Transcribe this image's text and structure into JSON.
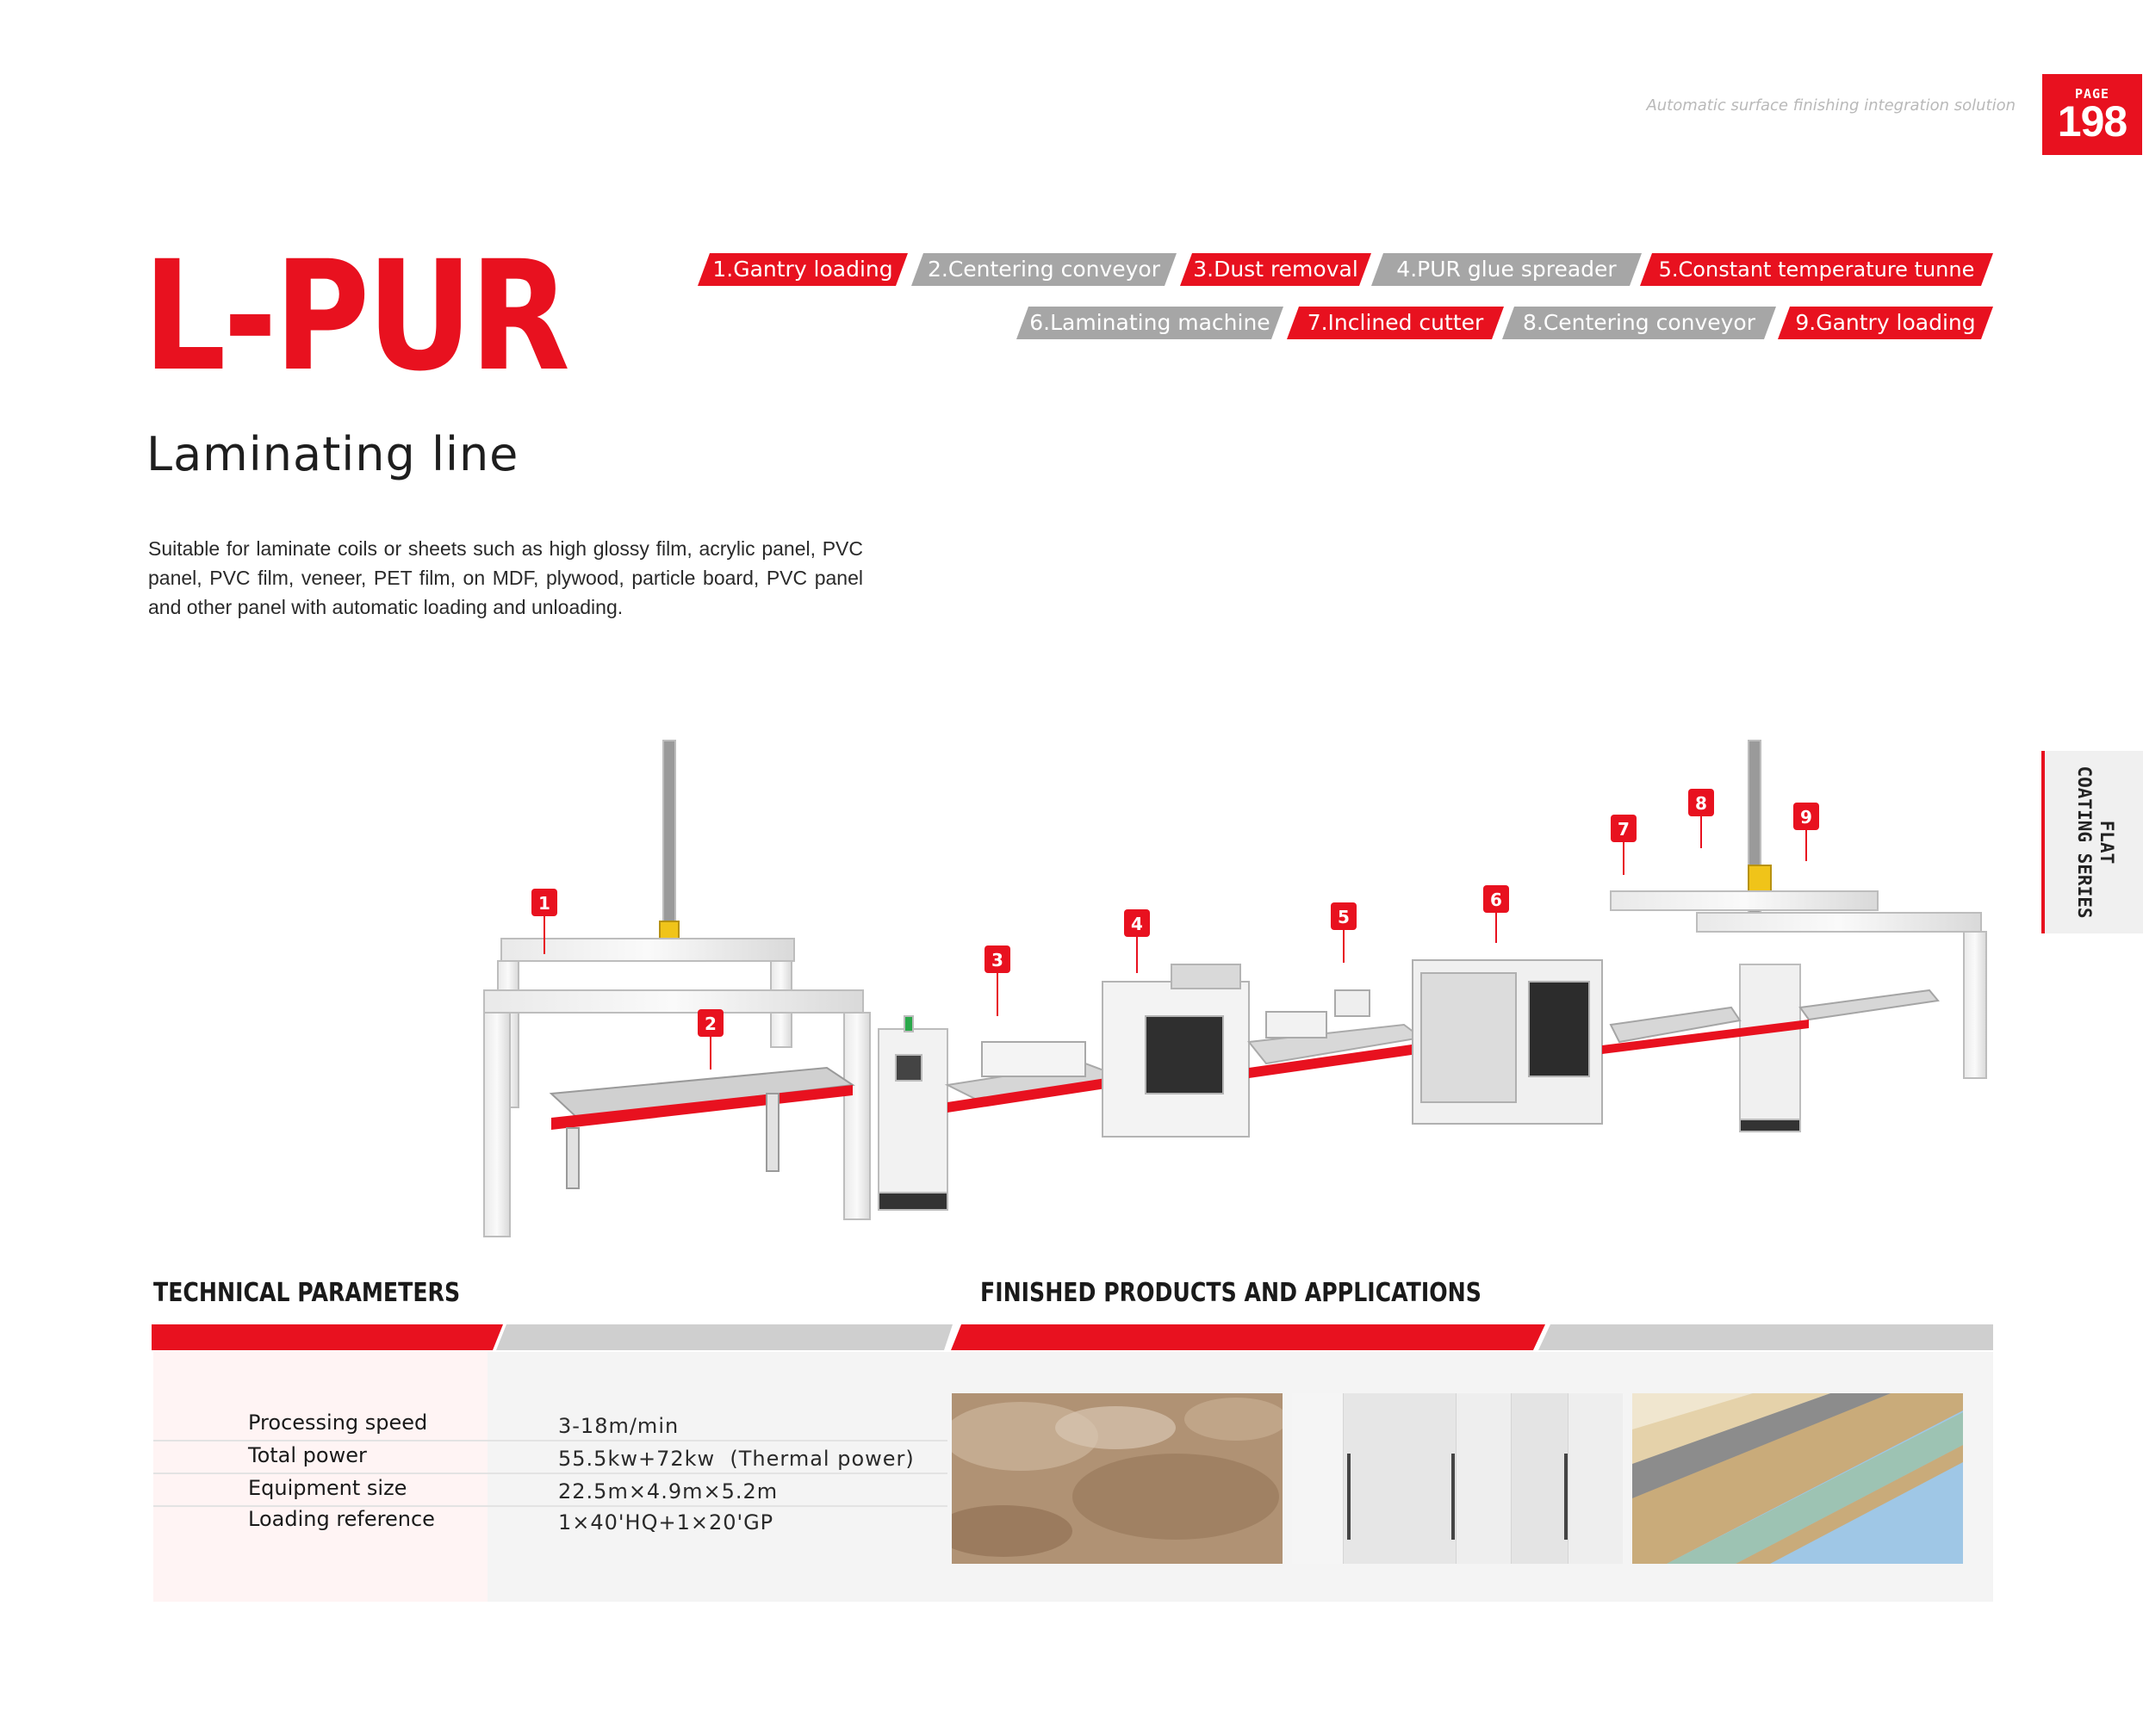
{
  "header": {
    "tagline": "Automatic surface finishing integration solution",
    "page_label": "PAGE",
    "page_number": "198"
  },
  "title": "L-PUR",
  "subtitle": "Laminating line",
  "description": "Suitable for laminate coils or sheets such as high glossy film, acrylic panel, PVC panel, PVC film, veneer, PET film, on MDF, plywood, particle board, PVC panel and other panel with automatic loading and unloading.",
  "process_steps": [
    {
      "label": "1.Gantry loading",
      "color": "red"
    },
    {
      "label": "2.Centering conveyor",
      "color": "gray"
    },
    {
      "label": "3.Dust removal",
      "color": "red"
    },
    {
      "label": "4.PUR glue spreader",
      "color": "gray"
    },
    {
      "label": "5.Constant temperature tunne",
      "color": "red"
    },
    {
      "label": "6.Laminating machine",
      "color": "gray"
    },
    {
      "label": "7.Inclined cutter",
      "color": "red"
    },
    {
      "label": "8.Centering conveyor",
      "color": "gray"
    },
    {
      "label": "9.Gantry loading",
      "color": "red"
    }
  ],
  "markers": [
    "1",
    "2",
    "3",
    "4",
    "5",
    "6",
    "7",
    "8",
    "9"
  ],
  "side_tab": {
    "line1": "FLAT",
    "line2": "COATING SERIES"
  },
  "technical": {
    "heading": "TECHNICAL PARAMETERS",
    "rows": [
      {
        "key": "Processing speed",
        "value": "3-18m/min"
      },
      {
        "key": "Total power",
        "value": "55.5kw+72kw  (Thermal power)"
      },
      {
        "key": "Equipment size",
        "value": "22.5m×4.9m×5.2m"
      },
      {
        "key": "Loading reference",
        "value": "1×40'HQ+1×20'GP"
      }
    ]
  },
  "applications": {
    "heading": "FINISHED PRODUCTS AND APPLICATIONS"
  },
  "colors": {
    "accent": "#e8111f",
    "gray": "#a6a6a6"
  }
}
